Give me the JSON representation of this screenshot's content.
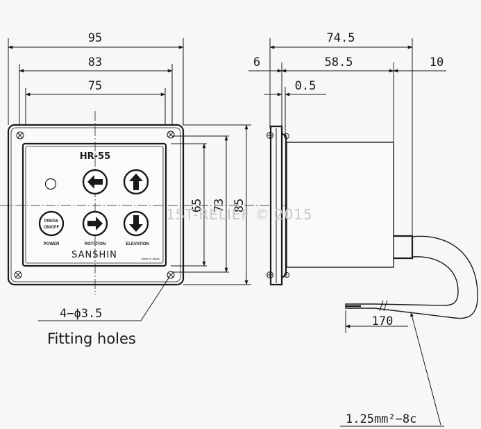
{
  "front_view": {
    "dim_overall_width": "95",
    "dim_window_width": "83",
    "dim_hole_spacing_w": "75",
    "dim_hole_spacing_h": "65",
    "dim_window_height": "73",
    "dim_overall_height": "85",
    "model": "HR-55",
    "brand": "SANSHIN",
    "made_in": "Made in Japan",
    "power_button_text": [
      "PRESS",
      "ON/OFF"
    ],
    "labels": {
      "power": "POWER",
      "rotation": "ROTATION",
      "elevation": "ELEVATION"
    },
    "hole_callout": "4−ϕ3.5",
    "hole_caption": "Fitting holes"
  },
  "side_view": {
    "dim_overall_depth": "74.5",
    "dim_panel_thickness": "6",
    "dim_body_depth": "58.5",
    "dim_rear": "10",
    "dim_gap": "0.5",
    "dim_cable_length": "170",
    "cable_spec": "1.25mm²−8c"
  },
  "watermark": "1ST-RELIEF © 2015",
  "icons": [
    "arrow-left-icon",
    "arrow-up-icon",
    "arrow-right-icon",
    "arrow-down-icon"
  ]
}
